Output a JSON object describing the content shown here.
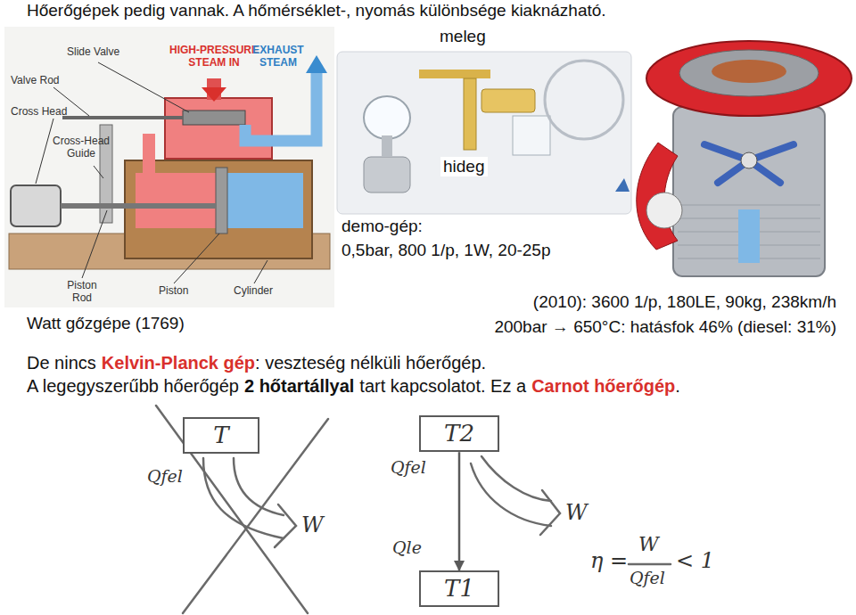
{
  "diagram": {
    "title": "Hőerőgépek pedig vannak. A hőmérséklet-, nyomás különbsége kiaknázható.",
    "nodes": [
      {
        "text": [
          "T"
        ]
      },
      {
        "text": [
          "T2"
        ]
      },
      {
        "text": [
          "T1"
        ]
      }
    ],
    "edges": [
      {
        "from": 1,
        "to": 2,
        "arrow": "to"
      }
    ],
    "labels": [
      "Slide Valve",
      "Valve Rod",
      "Cross Head",
      "Cross-Head Guide",
      "HIGH-PRESSURE STEAM IN",
      "EXHAUST STEAM",
      "Piston Rod",
      "Piston",
      "Cylinder",
      "Watt gőzgépe (1769)",
      "meleg",
      "hideg",
      "demo-gép:",
      "0,5bar, 800 1/p, 1W, 20-25p",
      "(2010): 3600 1/p, 180LE, 90kg, 238km/h",
      "200bar → 650°C: hatásfok 46% (diesel: 31%)",
      "De nincs",
      "Kelvin-Planck gép",
      ": veszteség nélküli hőerőgép.",
      "A legegyszerűbb hőerőgép",
      "2 hőtartállyal",
      "tart kapcsolatot. Ez a",
      "Carnot hőerőgép",
      ".",
      "Qfel",
      "W",
      "Qfel",
      "Qle",
      "W",
      "η =",
      "W",
      "Qfel",
      "< 1"
    ]
  }
}
